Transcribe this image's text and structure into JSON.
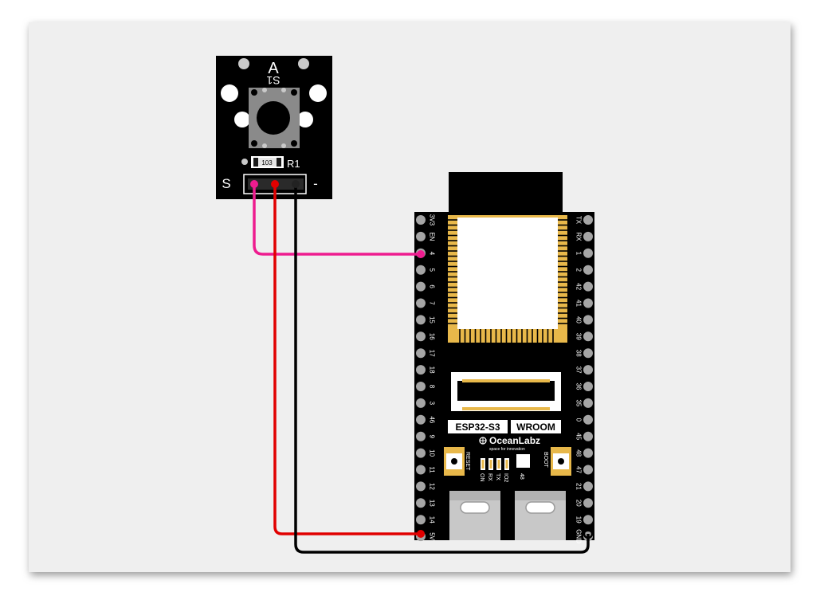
{
  "colors": {
    "wire_signal": "#ee1c8f",
    "wire_power": "#e10000",
    "wire_ground": "#000000",
    "board": "#000000",
    "pad_gold": "#e8b84a",
    "pin_grey": "#a5a5a5",
    "paper": "#efefef"
  },
  "button_module": {
    "letter": "A",
    "silk_s1": "S1",
    "resistor_code": "103",
    "resistor_label": "R1",
    "pin_s": "S",
    "pin_minus": "-"
  },
  "esp32": {
    "chip_label": "ESP32-S3",
    "module_label": "WROOM",
    "brand": "OceanLabz",
    "brand_tagline": "space for innovation",
    "reset_label": "RESET",
    "boot_label": "BOOT",
    "led_labels": [
      "ON",
      "RX",
      "TX",
      "IO2"
    ],
    "rgb_label": "48",
    "left_pins": [
      "3V3",
      "EN",
      "4",
      "5",
      "6",
      "7",
      "15",
      "16",
      "17",
      "18",
      "8",
      "3",
      "46",
      "9",
      "10",
      "11",
      "12",
      "13",
      "14",
      "5V"
    ],
    "right_pins": [
      "TX",
      "RX",
      "1",
      "2",
      "42",
      "41",
      "40",
      "39",
      "38",
      "37",
      "36",
      "35",
      "0",
      "45",
      "48",
      "47",
      "21",
      "20",
      "19",
      "GND"
    ]
  }
}
